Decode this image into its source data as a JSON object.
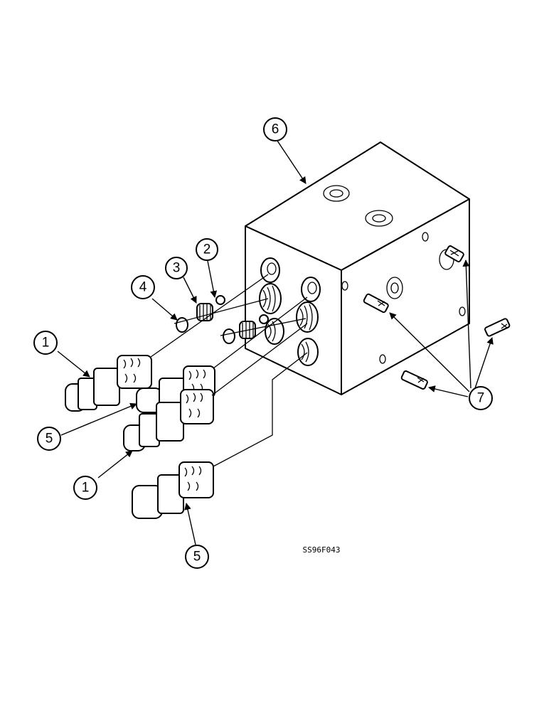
{
  "callouts": [
    {
      "id": "c1a",
      "label": "1"
    },
    {
      "id": "c1b",
      "label": "1"
    },
    {
      "id": "c2",
      "label": "2"
    },
    {
      "id": "c3",
      "label": "3"
    },
    {
      "id": "c4",
      "label": "4"
    },
    {
      "id": "c5a",
      "label": "5"
    },
    {
      "id": "c5b",
      "label": "5"
    },
    {
      "id": "c6",
      "label": "6"
    },
    {
      "id": "c7",
      "label": "7"
    }
  ],
  "reference_code": "SS96F043"
}
